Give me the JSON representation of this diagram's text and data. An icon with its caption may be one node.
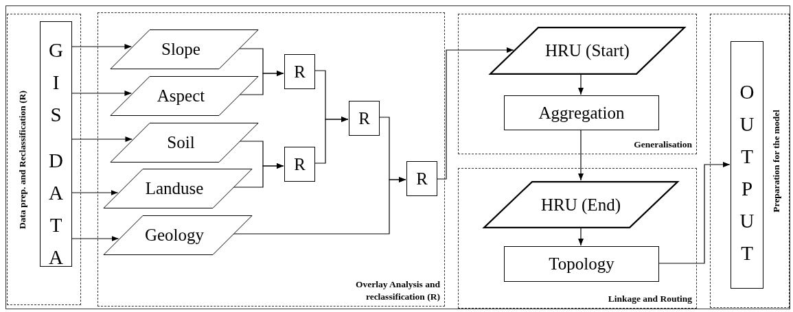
{
  "diagram": {
    "nodes": [
      {
        "text": [
          "Data prep. and Reclassification (R)"
        ]
      },
      {
        "text": [
          "GIS DATA"
        ],
        "in": 0
      },
      {
        "text": [
          "Overlay Analysis and reclassification (R)"
        ]
      },
      {
        "text": [
          "Slope"
        ],
        "in": 2
      },
      {
        "text": [
          "Aspect"
        ],
        "in": 2
      },
      {
        "text": [
          "Soil"
        ],
        "in": 2
      },
      {
        "text": [
          "Landuse"
        ],
        "in": 2
      },
      {
        "text": [
          "Geology"
        ],
        "in": 2
      },
      {
        "text": [
          "R"
        ],
        "in": 2
      },
      {
        "text": [
          "R"
        ],
        "in": 2
      },
      {
        "text": [
          "R"
        ],
        "in": 2
      },
      {
        "text": [
          "R"
        ],
        "in": 2
      },
      {
        "text": [
          "Generalisation"
        ]
      },
      {
        "text": [
          "HRU (Start)"
        ],
        "in": 12
      },
      {
        "text": [
          "Aggregation"
        ],
        "in": 12
      },
      {
        "text": [
          "Linkage and Routing"
        ]
      },
      {
        "text": [
          "HRU (End)"
        ],
        "in": 15
      },
      {
        "text": [
          "Topology"
        ],
        "in": 15
      },
      {
        "text": [
          "Preparation for the model"
        ]
      },
      {
        "text": [
          "OUTPUT"
        ],
        "in": 18
      }
    ],
    "edges": [
      {
        "from": 1,
        "to": 3,
        "arrow": "to"
      },
      {
        "from": 1,
        "to": 4,
        "arrow": "to"
      },
      {
        "from": 1,
        "to": 5,
        "arrow": "to"
      },
      {
        "from": 1,
        "to": 6,
        "arrow": "to"
      },
      {
        "from": 1,
        "to": 7,
        "arrow": "to"
      },
      {
        "from": 3,
        "to": 8,
        "arrow": "to"
      },
      {
        "from": 4,
        "to": 8,
        "arrow": "to"
      },
      {
        "from": 5,
        "to": 9,
        "arrow": "to"
      },
      {
        "from": 6,
        "to": 9,
        "arrow": "to"
      },
      {
        "from": 8,
        "to": 10,
        "arrow": "to"
      },
      {
        "from": 9,
        "to": 10,
        "arrow": "to"
      },
      {
        "from": 10,
        "to": 11,
        "arrow": "to"
      },
      {
        "from": 7,
        "to": 11,
        "arrow": "to"
      },
      {
        "from": 11,
        "to": 13,
        "arrow": "to"
      },
      {
        "from": 13,
        "to": 14,
        "arrow": "to"
      },
      {
        "from": 14,
        "to": 16,
        "arrow": "to"
      },
      {
        "from": 16,
        "to": 17,
        "arrow": "to"
      },
      {
        "from": 17,
        "to": 19,
        "arrow": "to"
      }
    ]
  }
}
